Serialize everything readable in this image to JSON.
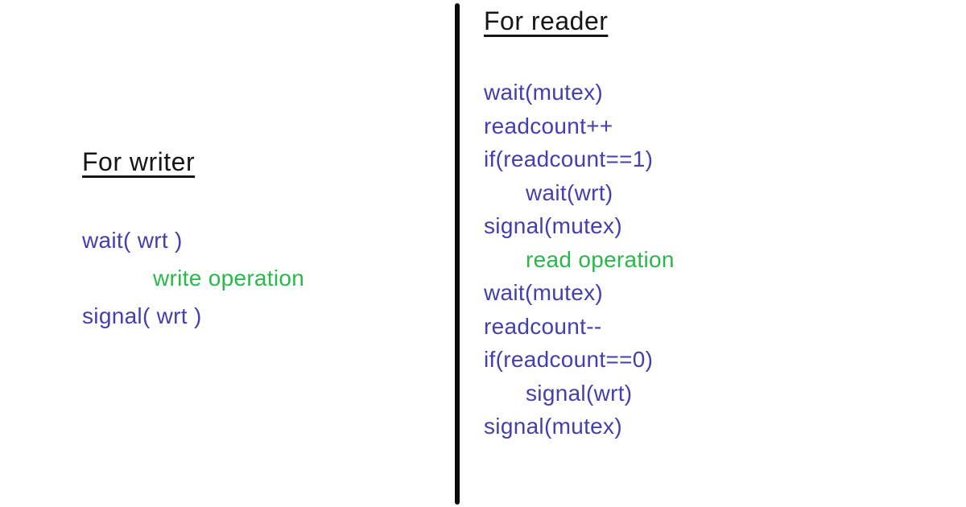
{
  "page": {
    "background_color": "#ffffff",
    "divider_color": "#0a0a0a"
  },
  "colors": {
    "heading_text": "#161616",
    "code_text": "#443fae",
    "operation_text": "#28b94a"
  },
  "writer": {
    "heading": "For writer",
    "lines": [
      {
        "text": "wait( wrt )",
        "color": "blue",
        "indent": 0
      },
      {
        "text": "write operation",
        "color": "green",
        "indent": 1
      },
      {
        "text": "signal( wrt )",
        "color": "blue",
        "indent": 0
      }
    ]
  },
  "reader": {
    "heading": "For reader",
    "lines": [
      {
        "text": "wait(mutex)",
        "color": "blue",
        "indent": 0
      },
      {
        "text": "readcount++",
        "color": "blue",
        "indent": 0
      },
      {
        "text": "if(readcount==1)",
        "color": "blue",
        "indent": 0
      },
      {
        "text": "wait(wrt)",
        "color": "blue",
        "indent": 1
      },
      {
        "text": "signal(mutex)",
        "color": "blue",
        "indent": 0
      },
      {
        "text": "read operation",
        "color": "green",
        "indent": 1
      },
      {
        "text": "wait(mutex)",
        "color": "blue",
        "indent": 0
      },
      {
        "text": "readcount--",
        "color": "blue",
        "indent": 0
      },
      {
        "text": "if(readcount==0)",
        "color": "blue",
        "indent": 0
      },
      {
        "text": "signal(wrt)",
        "color": "blue",
        "indent": 1
      },
      {
        "text": "signal(mutex)",
        "color": "blue",
        "indent": 0
      }
    ]
  }
}
